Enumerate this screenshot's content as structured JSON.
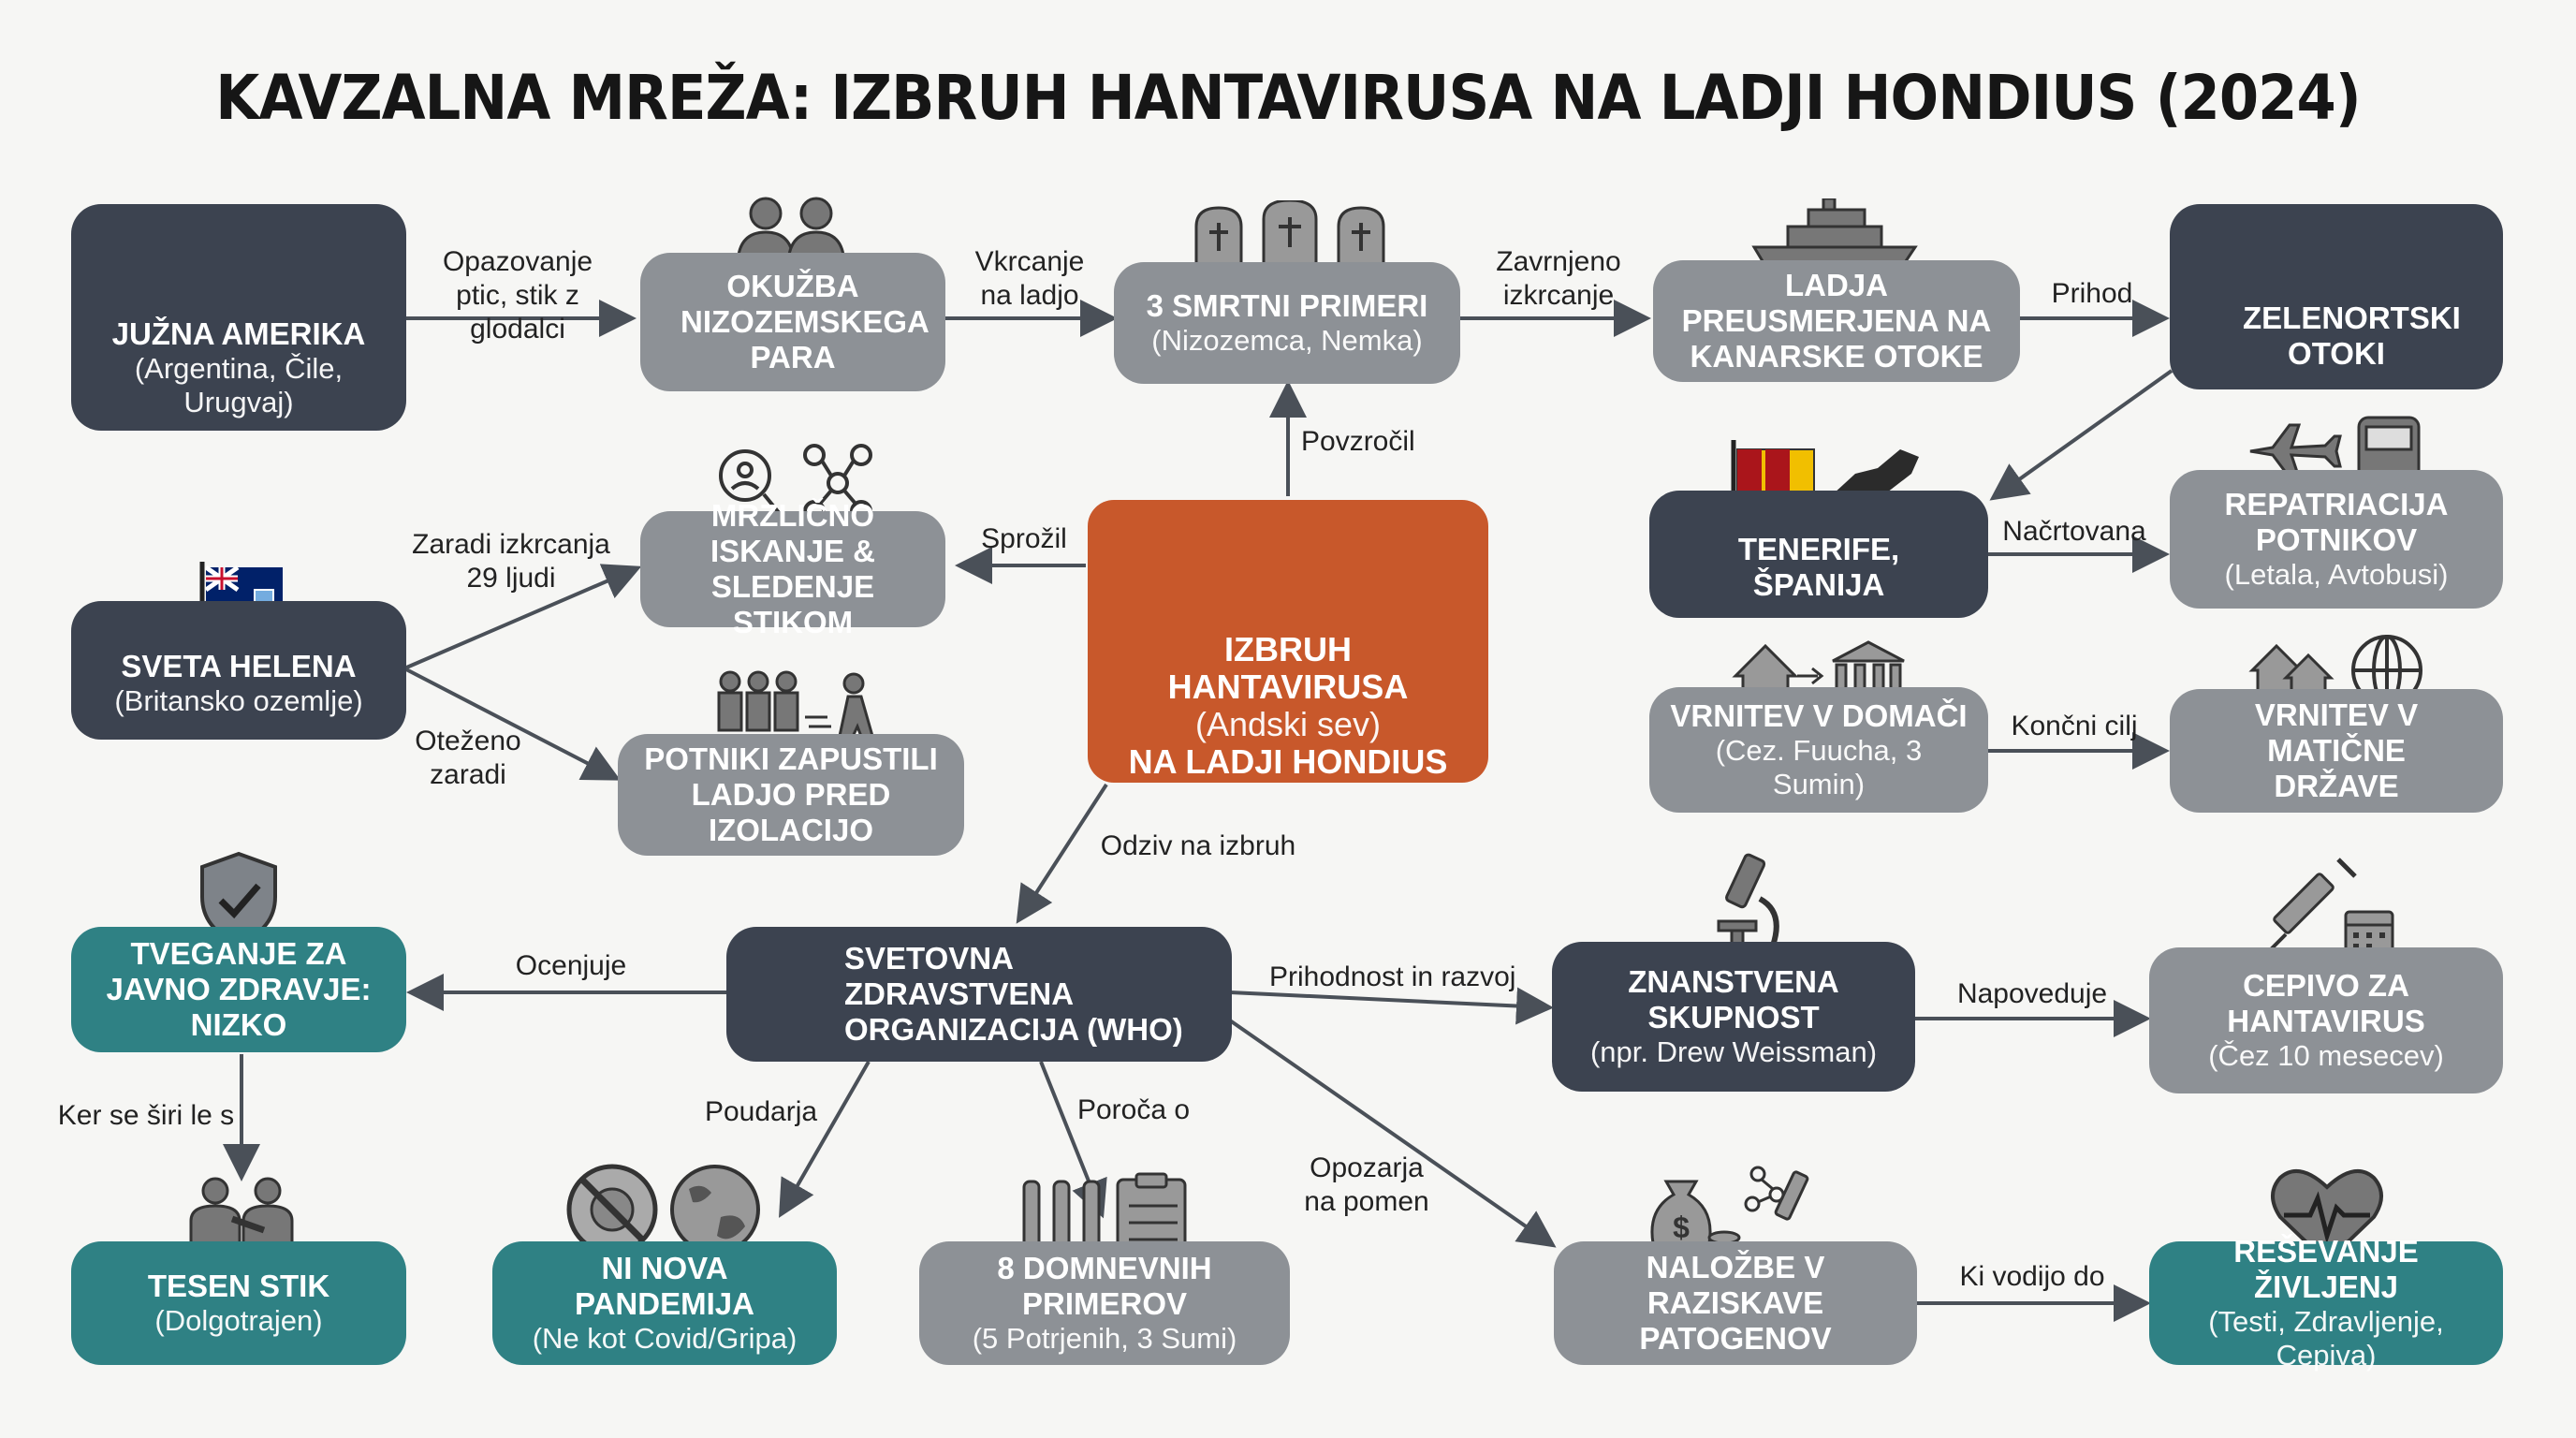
{
  "title": "KAVZALNA MREŽA: IZBRUH HANTAVIRUSA NA LADJI HONDIUS (2024)",
  "nodes": {
    "south_america": {
      "title": "JUŽNA AMERIKA",
      "sub": "(Argentina, Čile, Urugvaj)"
    },
    "dutch_couple": {
      "title": "OKUŽBA NIZOZEMSKEGA PARA"
    },
    "deaths": {
      "title": "3 SMRTNI PRIMERI",
      "sub": "(Nizozemca, Nemka)"
    },
    "ship_redirected": {
      "title": "LADJA PREUSMERJENA NA KANARSKE OTOKE"
    },
    "cape_verde": {
      "title": "ZELENORTSKI OTOKI"
    },
    "contact_tracing": {
      "title": "MRZLIČNO ISKANJE & SLEDENJE STIKOM"
    },
    "outbreak": {
      "title": "IZBRUH HANTAVIRUSA",
      "sub": "(Andski sev)",
      "title2": "NA LADJI HONDIUS"
    },
    "tenerife": {
      "title": "TENERIFE, ŠPANIJA"
    },
    "repatriation": {
      "title": "REPATRIACIJA POTNIKOV",
      "sub": "(Letala, Avtobusi)"
    },
    "saint_helena": {
      "title": "SVETA HELENA",
      "sub": "(Britansko ozemlje)"
    },
    "passengers_left": {
      "title": "POTNIKI ZAPUSTILI LADJO PRED IZOLACIJO"
    },
    "return_home": {
      "title": "VRNITEV V DOMAČI",
      "sub": "(Cez. Fuucha, 3 Sumin)"
    },
    "return_countries": {
      "title": "VRNITEV V MATIČNE DRŽAVE"
    },
    "risk": {
      "title": "TVEGANJE ZA JAVNO ZDRAVJE: NIZKO"
    },
    "who": {
      "title": "SVETOVNA ZDRAVSTVENA ORGANIZACIJA (WHO)"
    },
    "science": {
      "title": "ZNANSTVENA SKUPNOST",
      "sub": "(npr. Drew Weissman)"
    },
    "vaccine": {
      "title": "CEPIVO ZA HANTAVIRUS",
      "sub": "(Čez 10 mesecev)"
    },
    "close_contact": {
      "title": "TESEN STIK",
      "sub": "(Dolgotrajen)"
    },
    "no_pandemic": {
      "title": "NI NOVA PANDEMIJA",
      "sub": "(Ne kot Covid/Gripa)"
    },
    "suspected": {
      "title": "8 DOMNEVNIH PRIMEROV",
      "sub": "(5 Potrjenih, 3 Sumi)"
    },
    "investment": {
      "title": "NALOŽBE V RAZISKAVE PATOGENOV"
    },
    "saving_lives": {
      "title": "REŠEVANJE ŽIVLJENJ",
      "sub": "(Testi, Zdravljenje, Cepiva)"
    }
  },
  "edges": {
    "e1": "Opazovanje ptic, stik z glodalci",
    "e2": "Vkrcanje na ladjo",
    "e3": "Zavrnjeno izkrcanje",
    "e4": "Prihod",
    "e5": "Povzročil",
    "e6": "Sprožil",
    "e7": "Zaradi izkrcanja 29 ljudi",
    "e8": "Oteženo zaradi",
    "e9": "Načrtovana",
    "e10": "Končni cilj",
    "e11": "Odziv na izbruh",
    "e12": "Ocenjuje",
    "e13": "Prihodnost in razvoj",
    "e14": "Napoveduje",
    "e15": "Ker se širi le s",
    "e16": "Poudarja",
    "e17": "Poroča o",
    "e18": "Opozarja na pomen",
    "e19": "Ki vodijo do"
  },
  "colors": {
    "dark": "#3c4350",
    "gray": "#8d9196",
    "teal": "#2f8184",
    "orange": "#c8582b",
    "arrow": "#4a5058"
  }
}
